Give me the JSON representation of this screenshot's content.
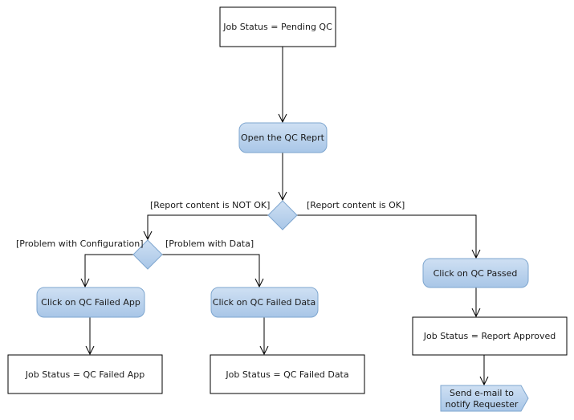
{
  "colors": {
    "action_fill_top": "#c9dcf1",
    "action_fill_bottom": "#a9c7e8",
    "action_stroke": "#7ea6cf",
    "line": "#000000",
    "box_fill": "#ffffff"
  },
  "nodes": {
    "pending_qc": "Job Status = Pending QC",
    "open_qc_report": "Open the QC Reprt",
    "click_qc_failed_app": "Click on QC Failed App",
    "click_qc_failed_data": "Click on QC Failed Data",
    "click_qc_passed": "Click on QC Passed",
    "status_qc_failed_app": "Job Status = QC Failed App",
    "status_qc_failed_data": "Job Status = QC Failed Data",
    "status_report_approved": "Job Status = Report Approved",
    "send_email_line1": "Send e-mail to",
    "send_email_line2": "notify Requester"
  },
  "guards": {
    "report_not_ok": "[Report content is NOT OK]",
    "report_ok": "[Report content is OK]",
    "problem_configuration": "[Problem with Configuration]",
    "problem_data": "[Problem with Data]"
  }
}
